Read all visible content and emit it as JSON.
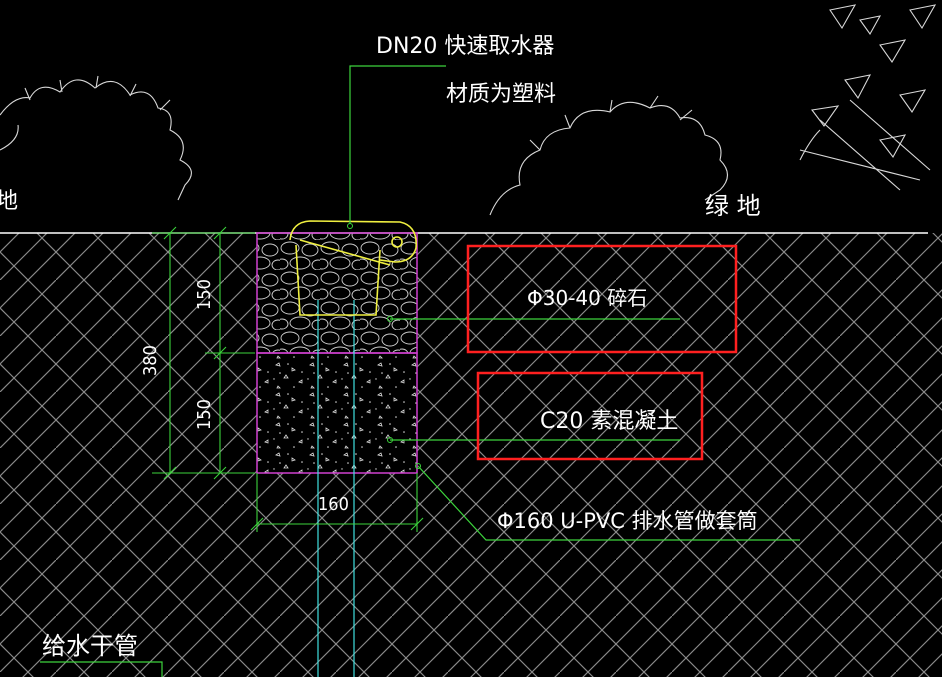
{
  "labels": {
    "fitting_line1": "DN20  快速取水器",
    "fitting_line2": "材质为塑料",
    "ground_left": "地",
    "ground_right": "绿 地",
    "gravel": "Φ30-40    碎石",
    "concrete": "C20  素混凝土",
    "sleeve": "Φ160    U-PVC   排水管做套筒",
    "supply_pipe": "给水干管"
  },
  "dimensions": {
    "total_depth": "380",
    "upper_layer": "150",
    "lower_layer": "150",
    "width": "160"
  },
  "colors": {
    "background": "#000000",
    "ground_line": "#ffffff",
    "hatch": "#8a8a8a",
    "leader": "#3cd43c",
    "dimension": "#3cd43c",
    "pit_outline": "#d040d0",
    "fitting": "#f0f040",
    "pipe": "#40e0e0",
    "highlight_box": "#ff2020",
    "text": "#ffffff"
  }
}
